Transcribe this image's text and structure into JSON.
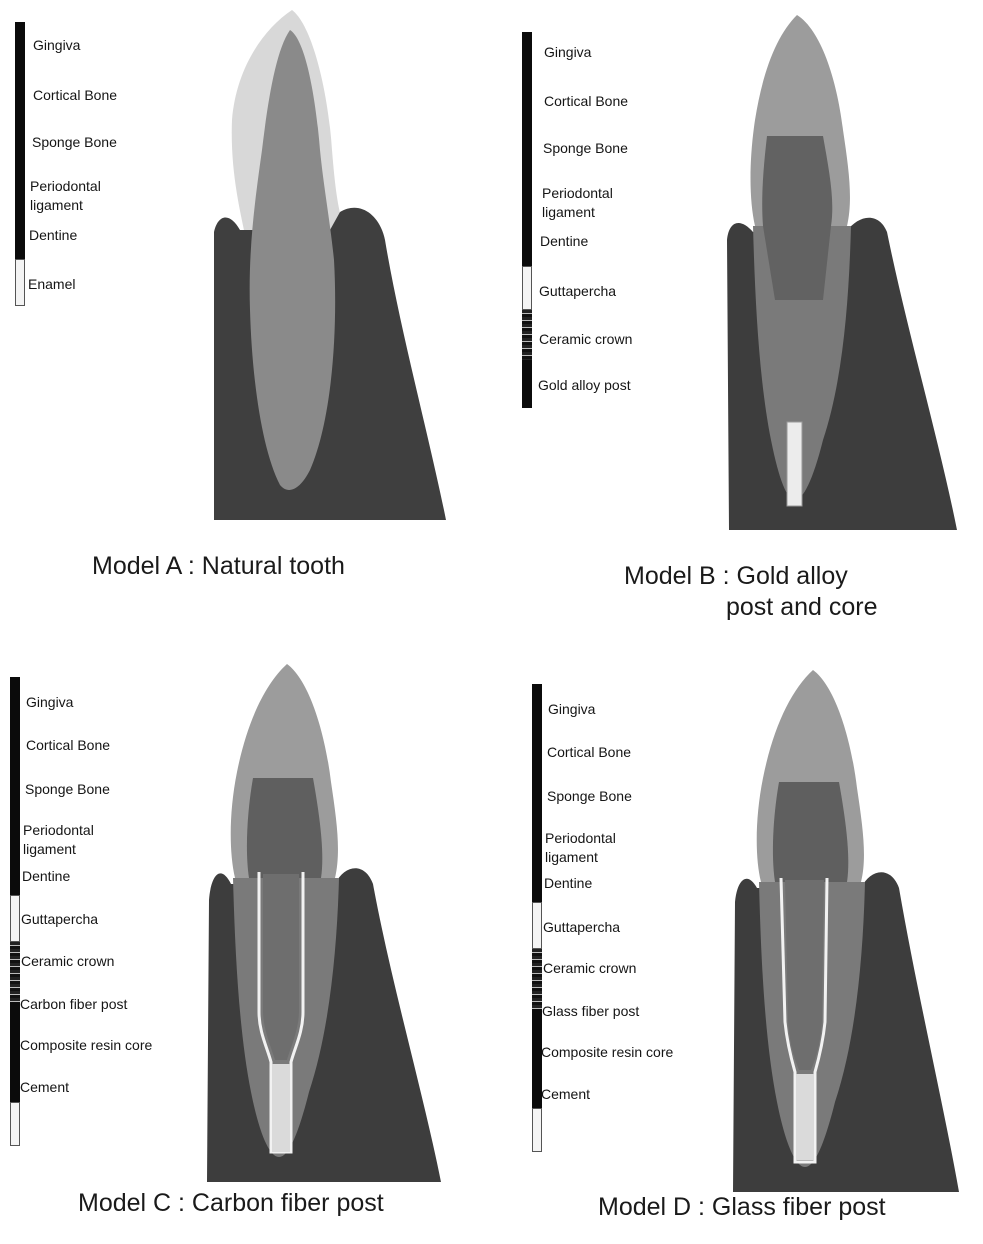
{
  "panels": {
    "a": {
      "caption": "Model A : Natural tooth",
      "legend": [
        "Gingiva",
        "Cortical Bone",
        "Sponge Bone",
        "Periodontal\n ligament",
        "Dentine",
        "Enamel"
      ]
    },
    "b": {
      "caption_line1": "Model B : Gold alloy",
      "caption_line2": "post and core",
      "legend": [
        "Gingiva",
        "Cortical Bone",
        "Sponge Bone",
        "Periodontal\n ligament",
        "Dentine",
        "Guttapercha",
        "Ceramic crown",
        "Gold alloy post"
      ]
    },
    "c": {
      "caption": "Model C : Carbon fiber post",
      "legend": [
        "Gingiva",
        "Cortical Bone",
        "Sponge Bone",
        "Periodontal\n ligament",
        "Dentine",
        "Guttapercha",
        "Ceramic crown",
        "Carbon fiber post",
        "Composite resin core",
        "Cement"
      ]
    },
    "d": {
      "caption": "Model D : Glass fiber post",
      "legend": [
        "Gingiva",
        "Cortical Bone",
        "Sponge Bone",
        "Periodontal\n ligament",
        "Dentine",
        "Guttapercha",
        "Ceramic crown",
        "Glass fiber post",
        "Composite resin core",
        "Cement"
      ]
    }
  },
  "colors": {
    "bone": "#3f3f3f",
    "bone_edge": "#2a2a2a",
    "root_dentine": "#7a7a7a",
    "crown_ceramic": "#9c9c9c",
    "core_dentine": "#5f5f5f",
    "enamel": "#d6d6d6",
    "post": "#e8e8e8",
    "cement": "#f2f2f2",
    "legend_bar": "#0b0b0b"
  }
}
